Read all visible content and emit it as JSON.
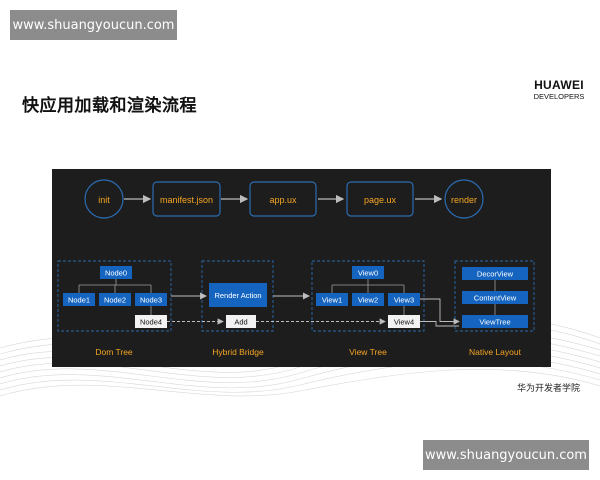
{
  "watermark": {
    "top": "www.shuangyoucun.com",
    "bottom": "www.shuangyoucun.com"
  },
  "slide": {
    "title": "快应用加载和渲染流程",
    "logo_line1": "HUAWEI",
    "logo_line2": "DEVELOPERS",
    "footer": "华为开发者学院"
  },
  "flow": [
    "init",
    "manifest.json",
    "app.ux",
    "page.ux",
    "render"
  ],
  "groups": {
    "dom_tree": "Dom Tree",
    "hybrid_bridge": "Hybrid Bridge",
    "view_tree": "View Tree",
    "native_layout": "Native Layout"
  },
  "dom_nodes": {
    "root": "Node0",
    "children": [
      "Node1",
      "Node2",
      "Node3"
    ],
    "added": "Node4"
  },
  "bridge": {
    "action": "Render Action",
    "add": "Add"
  },
  "view_nodes": {
    "root": "View0",
    "children": [
      "View1",
      "View2",
      "View3"
    ],
    "added": "View4"
  },
  "native": [
    "DecorView",
    "ContentView",
    "ViewTree"
  ],
  "colors": {
    "panel": "#1d1d1d",
    "node_fill": "#1565c0",
    "accent_text": "#f5a623",
    "dashed_border": "#2b6cb0",
    "arrow": "#9e9e9e",
    "added_node_fill": "#f2f2f2"
  }
}
